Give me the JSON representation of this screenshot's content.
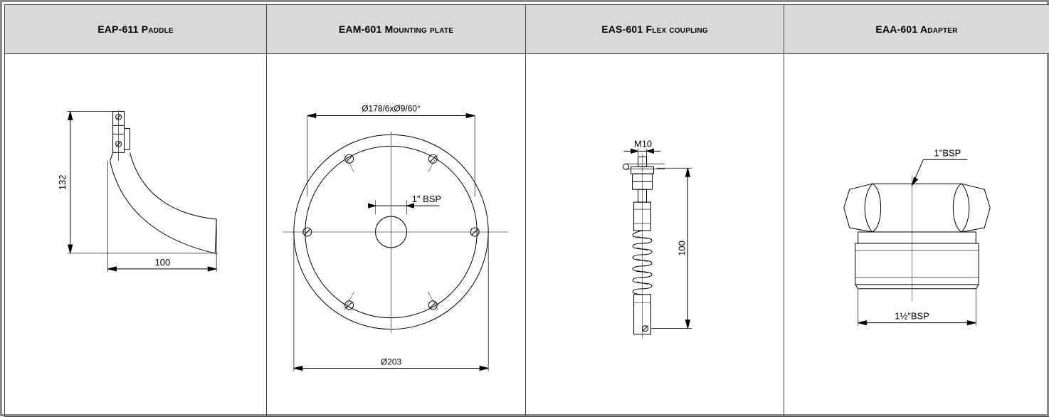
{
  "products": [
    {
      "code": "EAP-611",
      "name": "Paddle",
      "dims": {
        "height": "132",
        "width": "100"
      }
    },
    {
      "code": "EAM-601",
      "name": "Mounting plate",
      "dims": {
        "holes": "Ø178/6xØ9/60°",
        "thread": "1\" BSP",
        "outer": "Ø203"
      }
    },
    {
      "code": "EAS-601",
      "name": "Flex coupling",
      "dims": {
        "thread": "M10",
        "length": "100"
      }
    },
    {
      "code": "EAA-601",
      "name": "Adapter",
      "dims": {
        "top_thread": "1\"BSP",
        "bottom_thread": "1½\"BSP"
      }
    }
  ]
}
